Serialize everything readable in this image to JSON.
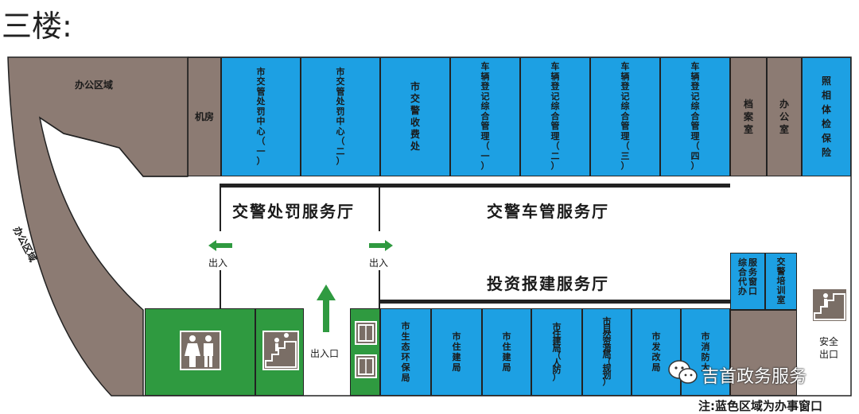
{
  "floor_title": "三楼:",
  "office_area_top": "办公区域",
  "office_area_side": "办公区域",
  "machine_room": "机房",
  "top_rooms": [
    {
      "label": "市\n交\n管\n处\n罚\n中\n心\n（\n一\n）"
    },
    {
      "label": "市\n交\n管\n处\n罚\n中\n心\n（\n二\n）"
    },
    {
      "label": "市\n交\n警\n收\n费\n处"
    },
    {
      "label": "车\n辆\n登\n记\n综\n合\n管\n理\n（\n一\n）"
    },
    {
      "label": "车\n辆\n登\n记\n综\n合\n管\n理\n（\n二\n）"
    },
    {
      "label": "车\n辆\n登\n记\n综\n合\n管\n理\n（\n三\n）"
    },
    {
      "label": "车\n辆\n登\n记\n综\n合\n管\n理\n（\n四\n）"
    }
  ],
  "archive_room": "档\n案\n室",
  "office_room": "办\n公\n室",
  "photo_exam": "照\n相\n体\n检\n保\n险",
  "hall_penalty": "交警处罚服务厅",
  "hall_vehicle": "交警车管服务厅",
  "hall_investment": "投资报建服务厅",
  "entrance_left": "出入",
  "entrance_right": "出入",
  "entrance_main": "出入口",
  "service_window": "综\n合\n代\n办\n服\n务\n窗\n口",
  "training_room": "交\n警\n培\n训\n室",
  "bottom_rooms": [
    {
      "label": "市\n生\n态\n环\n保\n局"
    },
    {
      "label": "市\n住\n建\n局"
    },
    {
      "label": "市\n住\n建\n局"
    },
    {
      "label": "市\n住\n建\n局\n（\n人\n防\n）"
    },
    {
      "label": "市\n自\n然\n资\n源\n局\n（\n规\n划\n）"
    },
    {
      "label": "市\n发\n改\n局"
    },
    {
      "label": "市\n消\n防\n大"
    }
  ],
  "safety_exit": "安全\n出口",
  "watermark": "吉首政务服务",
  "note": "注:蓝色区域为办事窗口",
  "colors": {
    "window": "#1da0e3",
    "office": "#8c7b73",
    "facility": "#2f9a40"
  }
}
